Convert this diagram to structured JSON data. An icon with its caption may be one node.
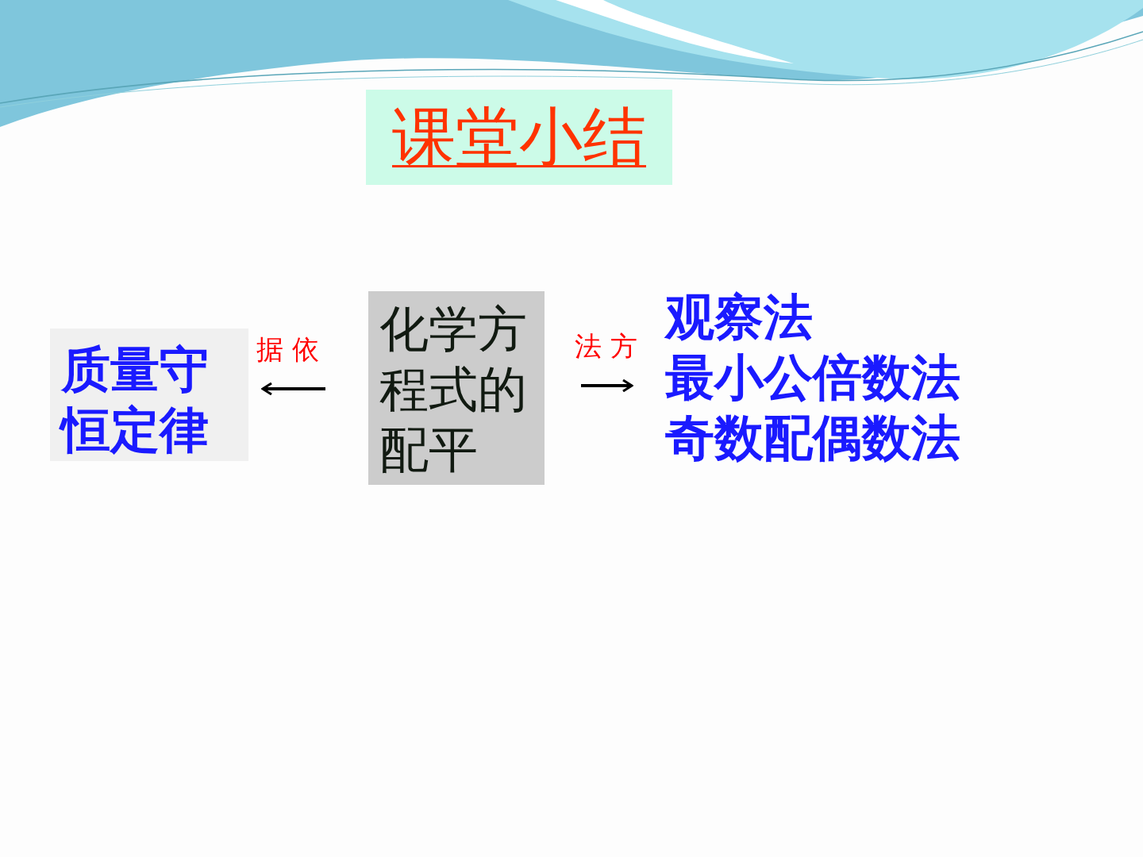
{
  "diagram": {
    "title": "课堂小结",
    "nodes": [
      {
        "text": [
          "质量守恒定律"
        ]
      },
      {
        "text": [
          "化学方程式的配平"
        ]
      },
      {
        "text": [
          "观察法",
          "最小公倍数法",
          "奇数配偶数法"
        ]
      }
    ],
    "edges": [
      {
        "from": 1,
        "to": 0,
        "arrow": "to",
        "label": "据 依"
      },
      {
        "from": 1,
        "to": 2,
        "arrow": "to",
        "label": "法 方"
      }
    ]
  }
}
